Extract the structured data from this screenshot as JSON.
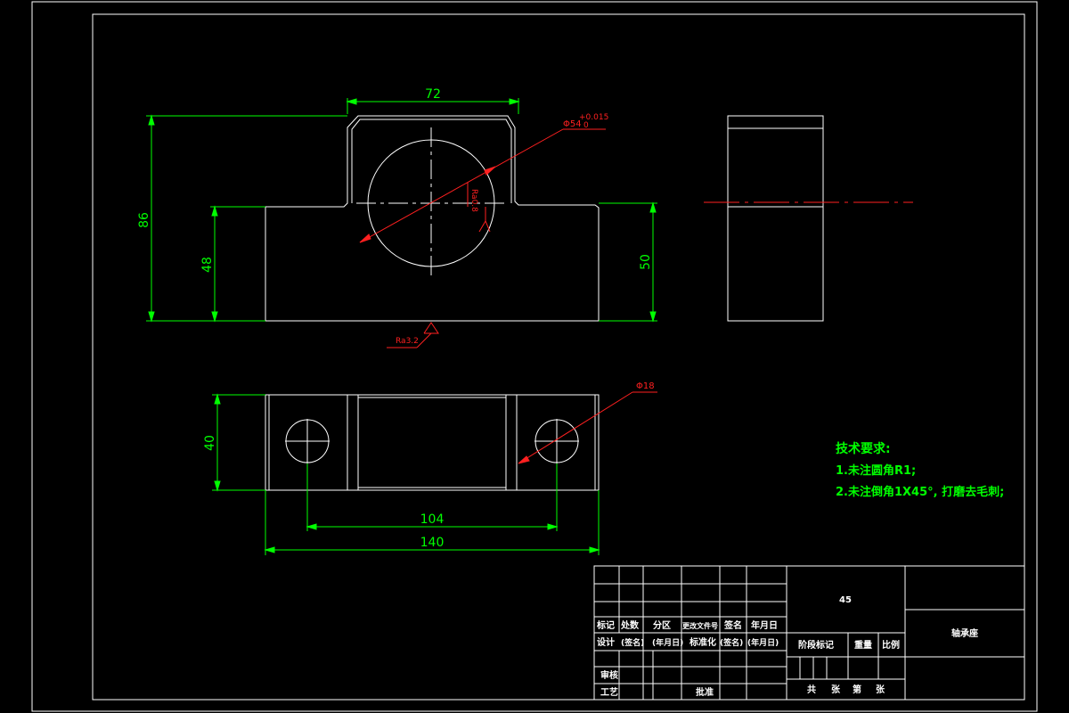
{
  "colors": {
    "background": "#000000",
    "outline": "#ffffff",
    "dimension": "#00ff00",
    "annotation": "#ff2020",
    "notes": "#00ff00"
  },
  "front_view": {
    "dim_top_width": "72",
    "dim_total_height": "86",
    "dim_base_height_left": "48",
    "dim_base_height_right": "50",
    "bore_label": "Φ54",
    "bore_tol_upper": "+0.015",
    "bore_tol_lower": "0",
    "roughness_bore": "Ra0.8",
    "roughness_base": "Ra3.2"
  },
  "top_view": {
    "dim_depth": "40",
    "dim_hole_spacing": "104",
    "dim_total_length": "140",
    "hole_label": "Φ18"
  },
  "notes": {
    "title": "技术要求:",
    "line1": "1.未注圆角R1;",
    "line2": "2.未注倒角1X45°, 打磨去毛刺;"
  },
  "title_block": {
    "material": "45",
    "part_name": "轴承座",
    "h_mark": "标记",
    "h_count": "处数",
    "h_zone": "分区",
    "h_docno": "更改文件号",
    "h_sign": "签名",
    "h_date": "年月日",
    "r_design": "设计",
    "r_sign1": "(签名)",
    "r_date1": "(年月日)",
    "r_std": "标准化",
    "r_sign2": "(签名)",
    "r_date2": "(年月日)",
    "stage_mark": "阶段标记",
    "weight": "重量",
    "scale": "比例",
    "review": "审核",
    "process": "工艺",
    "approve": "批准",
    "total_sheets": "共",
    "sheet_unit1": "张",
    "sheet_no": "第",
    "sheet_unit2": "张"
  }
}
